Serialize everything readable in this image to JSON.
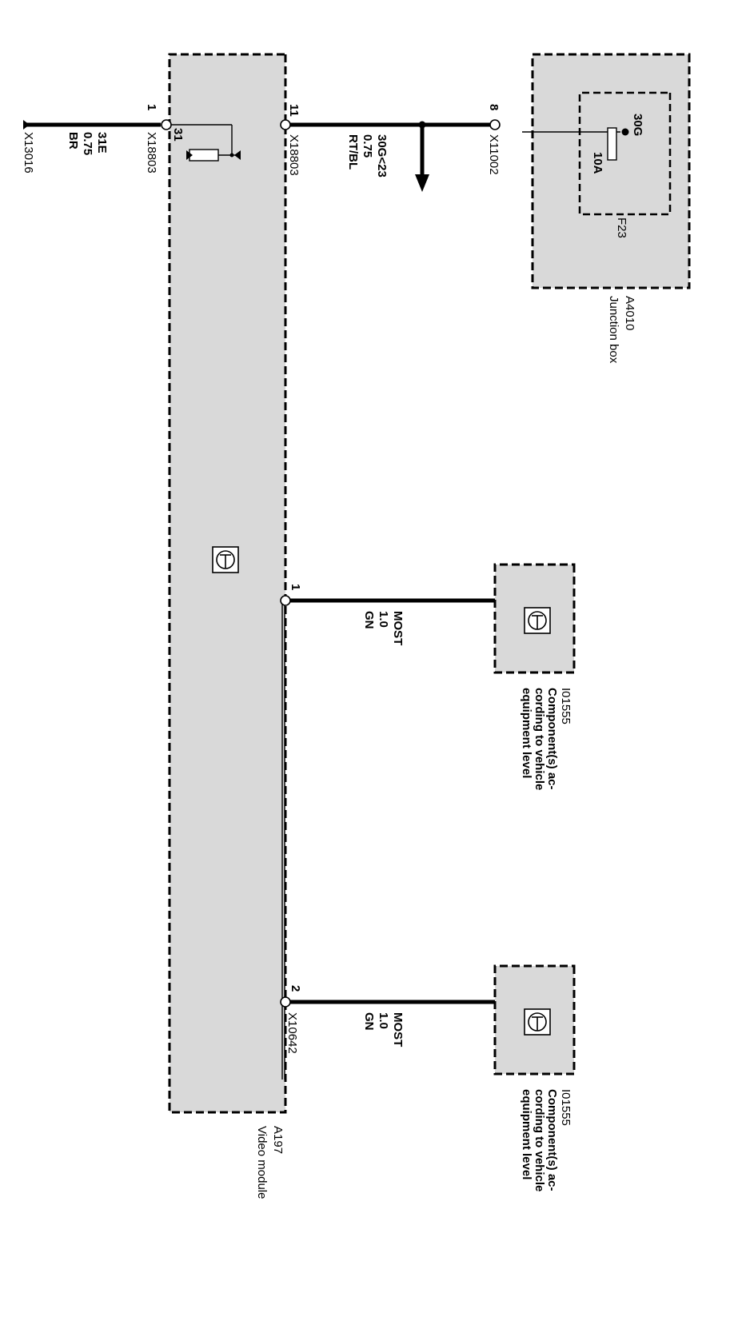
{
  "junction_box": {
    "id": "A4010",
    "name": "Junction box",
    "fuse_id": "F23",
    "fuse_terminal": "30G",
    "fuse_rating": "10A"
  },
  "video_module": {
    "id": "A197",
    "name": "Video module",
    "ground_pin": "31"
  },
  "components": [
    {
      "id": "I01555",
      "name": "Component(s) ac-\ncording to vehicle\nequipment level"
    },
    {
      "id": "I01555",
      "name": "Component(s) ac-\ncording to vehicle\nequipment level"
    }
  ],
  "ground_wire": {
    "module_pin": "1",
    "connector": "X18803",
    "signal": "31E",
    "gauge": "0.75",
    "color": "BR",
    "ground_point": "X13016"
  },
  "power_wire": {
    "module_pin": "11",
    "module_connector": "X18803",
    "signal": "30G<23",
    "gauge": "0.75",
    "color": "RT/BL",
    "box_pin": "8",
    "box_connector": "X11002"
  },
  "most_wire_1": {
    "module_pin": "1",
    "signal": "MOST",
    "gauge": "1.0",
    "color": "GN"
  },
  "most_wire_2": {
    "module_pin": "2",
    "module_connector": "X10642",
    "signal": "MOST",
    "gauge": "1.0",
    "color": "GN"
  }
}
